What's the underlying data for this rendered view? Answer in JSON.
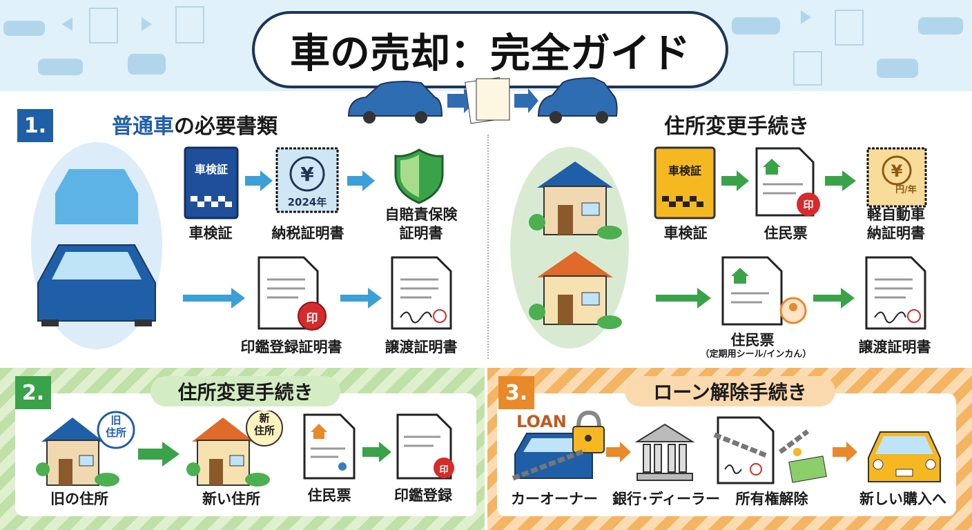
{
  "title": "車の売却：完全ガイド",
  "colors": {
    "blue": "#1f5fa8",
    "green": "#3aa34a",
    "orange": "#e8892a",
    "navy": "#1d3557"
  },
  "section1": {
    "badge": "1.",
    "heading_accent": "普通車",
    "heading_rest": "の必要書類",
    "items": [
      {
        "icon": "shaken-book-icon",
        "label": "車検証",
        "book_text": "車検証"
      },
      {
        "icon": "tax-stamp-icon",
        "label": "納税証明書",
        "stamp_text": "2024年"
      },
      {
        "icon": "shield-icon",
        "label_line1": "自賠責保険",
        "label_line2": "証明書"
      },
      {
        "icon": "seal-document-icon",
        "label": "印鑑登録証明書",
        "seal": "印"
      },
      {
        "icon": "transfer-document-icon",
        "label": "譲渡証明書"
      }
    ]
  },
  "section1_right": {
    "heading": "住所変更手続き",
    "items": [
      {
        "icon": "shaken-book-icon",
        "label": "車検証",
        "book_text": "車検証"
      },
      {
        "icon": "resident-document-icon",
        "label": "住民票",
        "seal": "印"
      },
      {
        "icon": "tax-stamp-icon",
        "label_line1": "軽自動車",
        "label_line2": "納証明書",
        "stamp_text": "円/年"
      },
      {
        "icon": "resident-document-icon",
        "label": "住民票",
        "sublabel": "（定期用シール/インカん）"
      },
      {
        "icon": "transfer-document-icon",
        "label": "譲渡証明書"
      }
    ]
  },
  "section2": {
    "badge": "2.",
    "heading": "住所変更手続き",
    "old_bubble": [
      "旧",
      "住所"
    ],
    "new_bubble": [
      "新",
      "住所"
    ],
    "items": [
      "旧の住所",
      "新い住所",
      "住民票",
      "印鑑登録"
    ],
    "seal": "印"
  },
  "section3": {
    "badge": "3.",
    "heading": "ローン解除手続き",
    "loan_text": "LOAN",
    "items": [
      "カーオーナー",
      "銀行･ディーラー",
      "所有権解除",
      "新しい購入へ"
    ]
  }
}
